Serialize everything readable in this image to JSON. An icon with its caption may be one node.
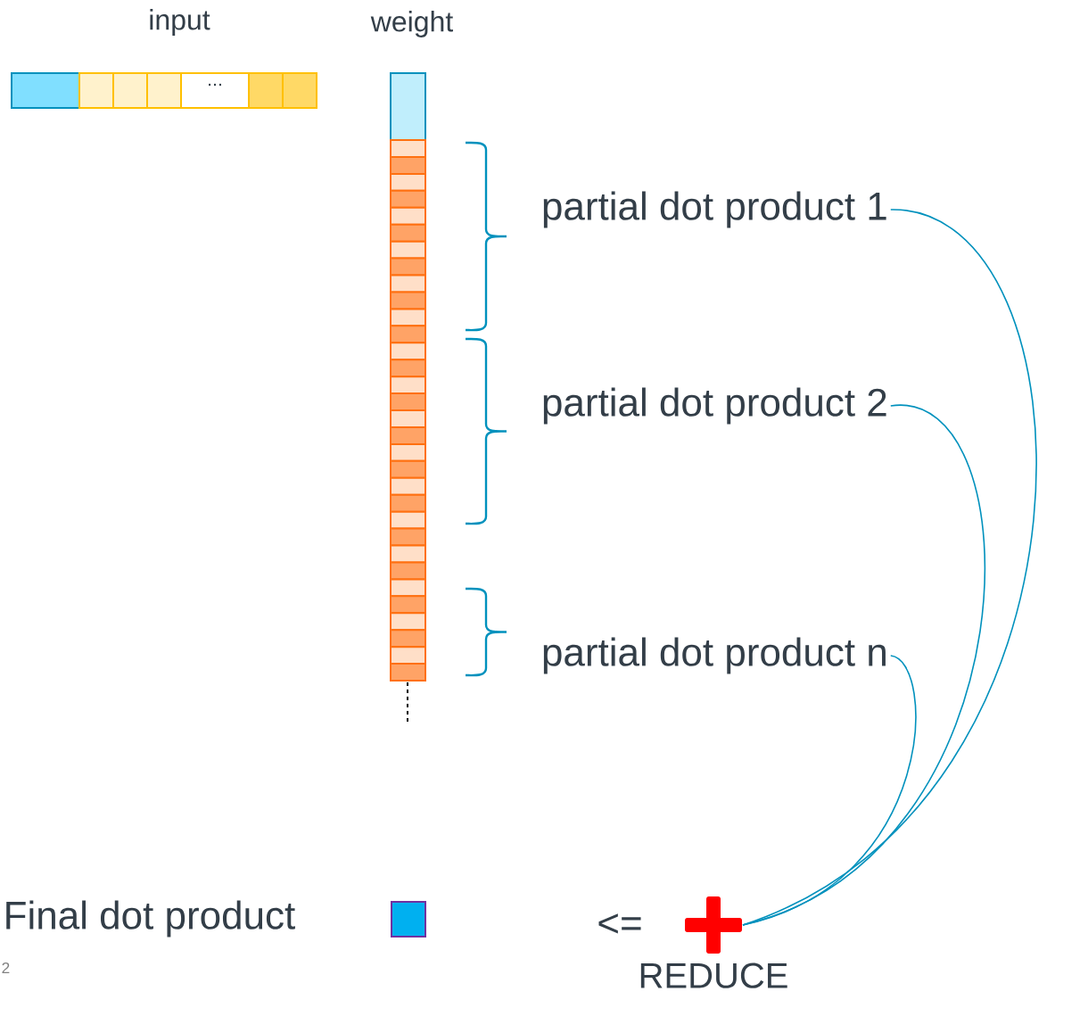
{
  "diagram": {
    "nodes": [
      {
        "text": [
          "partial dot product 1"
        ]
      },
      {
        "text": [
          "partial dot product 2"
        ]
      },
      {
        "text": [
          "partial dot product n"
        ]
      },
      {
        "text": [],
        "shape": "cross",
        "beside": [
          "REDUCE"
        ]
      }
    ],
    "edges": [
      {
        "from": 0,
        "to": 3,
        "arrow": "none"
      },
      {
        "from": 1,
        "to": 3,
        "arrow": "none"
      },
      {
        "from": 2,
        "to": 3,
        "arrow": "none"
      }
    ],
    "labels": [
      "input",
      "weight",
      "...",
      "Final dot product",
      "<=",
      "2"
    ]
  }
}
